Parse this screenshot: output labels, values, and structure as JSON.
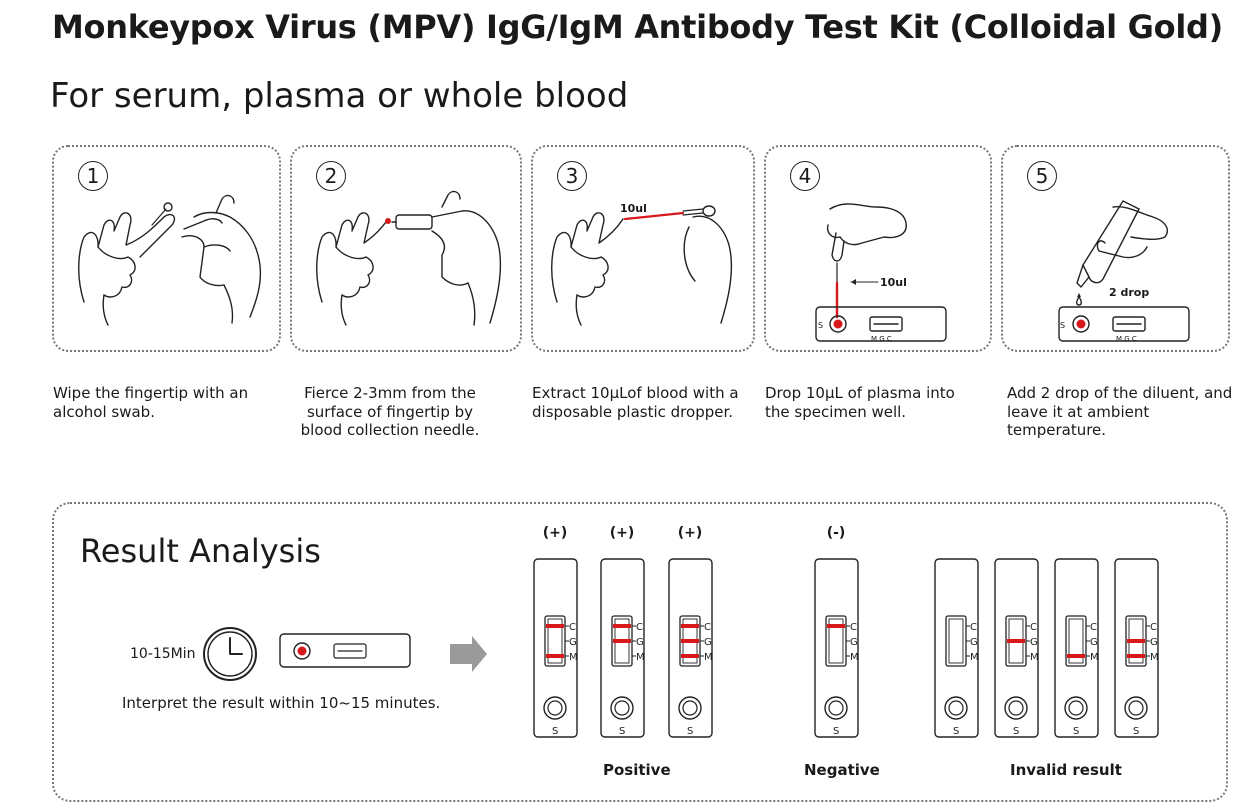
{
  "title": "Monkeypox Virus (MPV) IgG/IgM Antibody Test Kit (Colloidal Gold)",
  "subtitle": "For serum, plasma or whole blood",
  "steps": [
    {
      "num": "1",
      "caption": "Wipe the fingertip with an alcohol swab."
    },
    {
      "num": "2",
      "caption": "Fierce 2-3mm from the surface of fingertip by blood collection needle."
    },
    {
      "num": "3",
      "caption": "Extract 10μLof blood with a disposable plastic dropper.",
      "volume_label": "10ul"
    },
    {
      "num": "4",
      "caption": "Drop 10μL of plasma into the specimen well.",
      "volume_label": "10ul"
    },
    {
      "num": "5",
      "caption": "Add 2 drop of the diluent, and leave it at ambient temperature.",
      "drop_label": "2 drop"
    }
  ],
  "cassette_labels": {
    "well": "S",
    "lines": "M G C"
  },
  "result": {
    "title": "Result Analysis",
    "time_label": "10-15Min",
    "interpret_text": "Interpret the result within 10~15 minutes.",
    "strip_markers": {
      "c": "C",
      "g": "G",
      "m": "M",
      "well": "S"
    },
    "strips": [
      {
        "sign": "(+)",
        "lines": {
          "C": true,
          "G": false,
          "M": true
        }
      },
      {
        "sign": "(+)",
        "lines": {
          "C": true,
          "G": true,
          "M": false
        }
      },
      {
        "sign": "(+)",
        "lines": {
          "C": true,
          "G": true,
          "M": true
        }
      },
      {
        "sign": "(-)",
        "lines": {
          "C": true,
          "G": false,
          "M": false
        }
      },
      {
        "sign": "",
        "lines": {
          "C": false,
          "G": false,
          "M": false
        }
      },
      {
        "sign": "",
        "lines": {
          "C": false,
          "G": true,
          "M": false
        }
      },
      {
        "sign": "",
        "lines": {
          "C": false,
          "G": false,
          "M": true
        }
      },
      {
        "sign": "",
        "lines": {
          "C": false,
          "G": true,
          "M": true
        }
      }
    ],
    "groups": [
      "Positive",
      "Negative",
      "Invalid result"
    ]
  },
  "colors": {
    "accent_red": "#d7191c",
    "line_color": "#222222",
    "arrow_grey": "#9a9a9a"
  }
}
